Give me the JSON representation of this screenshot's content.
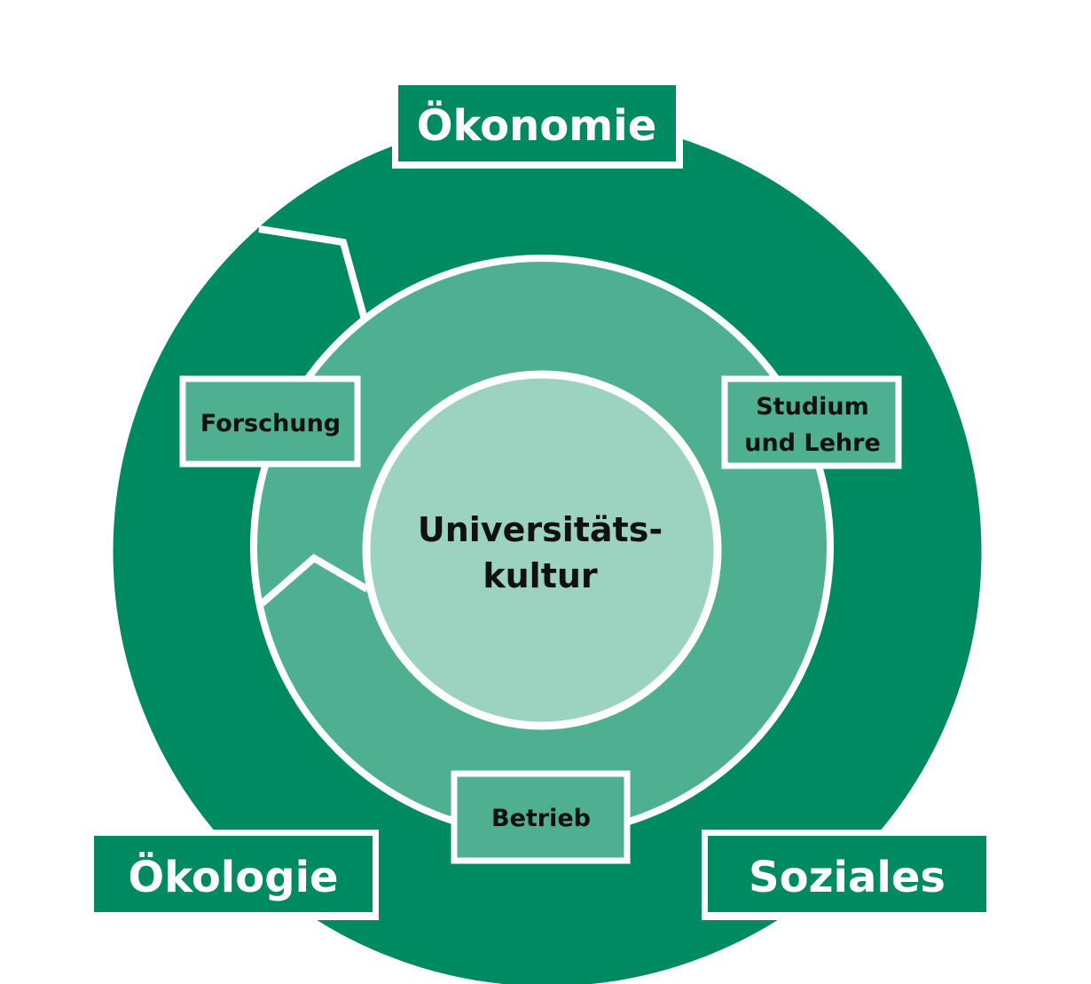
{
  "colors": {
    "outer_ring": "#008a62",
    "middle_ring": "#4faf91",
    "inner_circle": "#9bd2c0",
    "border": "#ffffff",
    "outer_text": "#ffffff",
    "inner_text": "#111111"
  },
  "pillars": {
    "oekonomie": "Ökonomie",
    "oekologie": "Ökologie",
    "soziales": "Soziales"
  },
  "areas": {
    "forschung": "Forschung",
    "studium_line1": "Studium",
    "studium_line2": "und Lehre",
    "betrieb": "Betrieb"
  },
  "center": {
    "line1": "Universitäts-",
    "line2": "kultur"
  }
}
